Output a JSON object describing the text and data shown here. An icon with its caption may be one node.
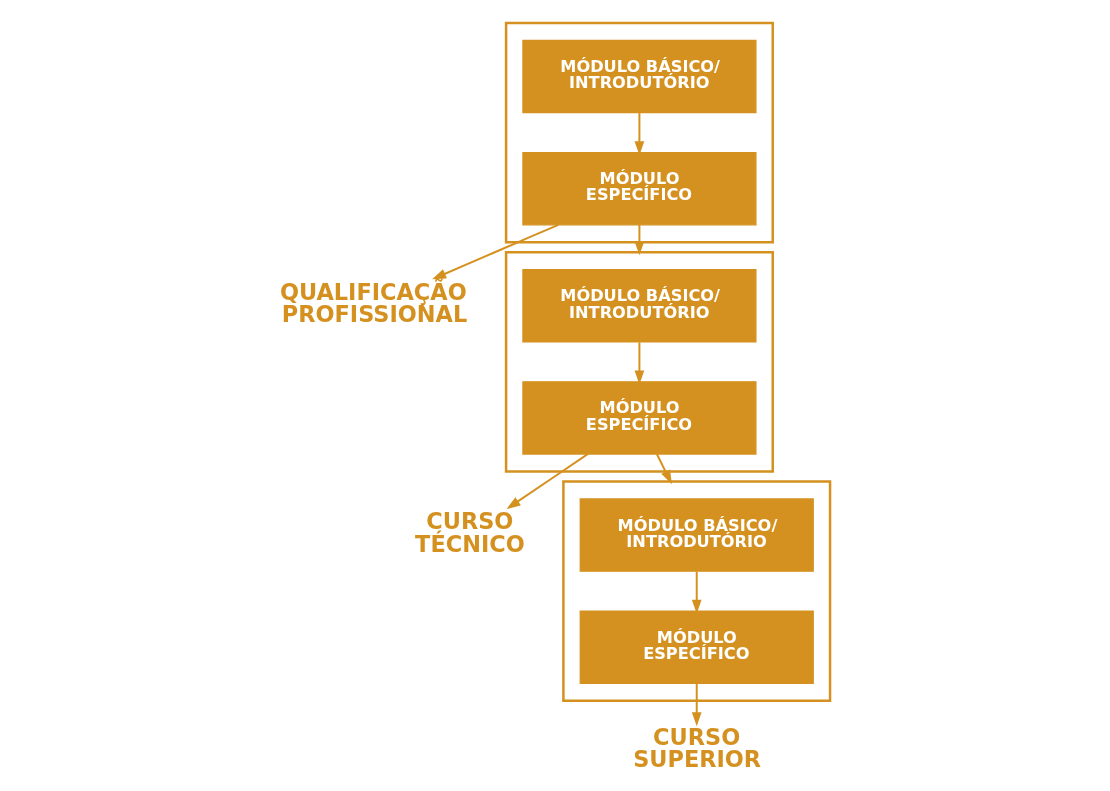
{
  "diagram": {
    "nodes": [
      {
        "text": [],
        "shape": "box"
      },
      {
        "text": [
          "MÓDULO BÁSICO/ INTRODUTÓRIO"
        ],
        "in": 0
      },
      {
        "text": [
          "MÓDULO ESPECÍFICO"
        ],
        "in": 0
      },
      {
        "text": [
          "QUALIFICAÇÃO PROFISSIONAL"
        ]
      },
      {
        "text": [],
        "shape": "box"
      },
      {
        "text": [
          "MÓDULO BÁSICO/ INTRODUTÓRIO"
        ],
        "in": 4
      },
      {
        "text": [
          "MÓDULO ESPECÍFICO"
        ],
        "in": 4
      },
      {
        "text": [
          "CURSO TÉCNICO"
        ]
      },
      {
        "text": [],
        "shape": "box"
      },
      {
        "text": [
          "MÓDULO BÁSICO/ INTRODUTÓRIO"
        ],
        "in": 8
      },
      {
        "text": [
          "MÓDULO ESPECÍFICO"
        ],
        "in": 8
      },
      {
        "text": [
          "CURSO SUPERIOR"
        ]
      }
    ],
    "edges": [
      {
        "from": 1,
        "to": 2,
        "arrow": "to"
      },
      {
        "from": 2,
        "to": 3,
        "arrow": "to"
      },
      {
        "from": 2,
        "to": 4,
        "arrow": "to"
      },
      {
        "from": 5,
        "to": 6,
        "arrow": "to"
      },
      {
        "from": 6,
        "to": 7,
        "arrow": "to"
      },
      {
        "from": 6,
        "to": 8,
        "arrow": "to"
      },
      {
        "from": 9,
        "to": 10,
        "arrow": "to"
      },
      {
        "from": 10,
        "to": 11,
        "arrow": "to"
      }
    ]
  }
}
